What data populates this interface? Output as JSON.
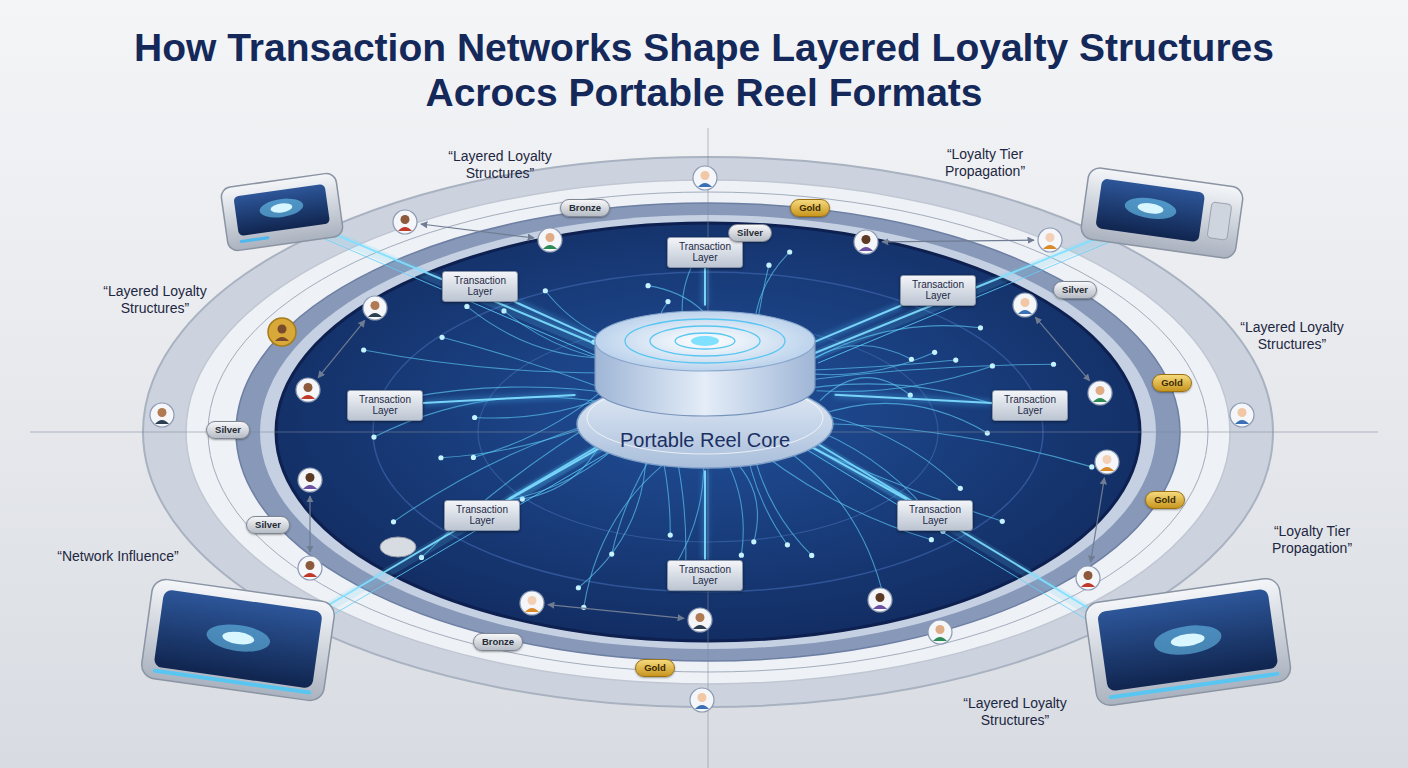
{
  "diagram": {
    "title": "How Transaction Networks Shape Layered Loyalty Structures Acrocs Portable Reel Formats",
    "nodes": [
      {
        "text": [
          "Portable Reel Core"
        ]
      },
      {
        "text": [
          "Transaction Layer"
        ]
      },
      {
        "text": [
          "Transaction Layer"
        ]
      },
      {
        "text": [
          "Transaction Layer"
        ]
      },
      {
        "text": [
          "Transaction Layer"
        ]
      },
      {
        "text": [
          "Transaction Layer"
        ]
      },
      {
        "text": [
          "Transaction Layer"
        ]
      },
      {
        "text": [
          "Transaction Layer"
        ]
      },
      {
        "text": [
          "Transaction Layer"
        ]
      },
      {
        "text": [
          "Bronze"
        ]
      },
      {
        "text": [
          "Gold"
        ]
      },
      {
        "text": [
          "Silver"
        ]
      },
      {
        "text": [
          "Silver"
        ]
      },
      {
        "text": [
          "Gold"
        ]
      },
      {
        "text": [
          "Silver"
        ]
      },
      {
        "text": [
          "Gold"
        ]
      },
      {
        "text": [
          "Silver"
        ]
      },
      {
        "text": [
          "Bronze"
        ]
      },
      {
        "text": [
          "Gold"
        ]
      }
    ],
    "edges": [
      {
        "from": 0,
        "to": 1,
        "arrow": "none"
      },
      {
        "from": 0,
        "to": 2,
        "arrow": "none"
      },
      {
        "from": 0,
        "to": 3,
        "arrow": "none"
      },
      {
        "from": 0,
        "to": 4,
        "arrow": "none"
      },
      {
        "from": 0,
        "to": 5,
        "arrow": "none"
      },
      {
        "from": 0,
        "to": 6,
        "arrow": "none"
      },
      {
        "from": 0,
        "to": 7,
        "arrow": "none"
      },
      {
        "from": 0,
        "to": 8,
        "arrow": "none"
      }
    ],
    "labels": [
      "“Layered Loyalty Structures”",
      "“Loyalty Tier Propagation”",
      "“Layered Loyalty Structures”",
      "“Layered Loyalty Structures”",
      "“Network Influence”",
      "“Loyalty Tier Propagation”",
      "“Layered Loyalty Structures”"
    ]
  }
}
